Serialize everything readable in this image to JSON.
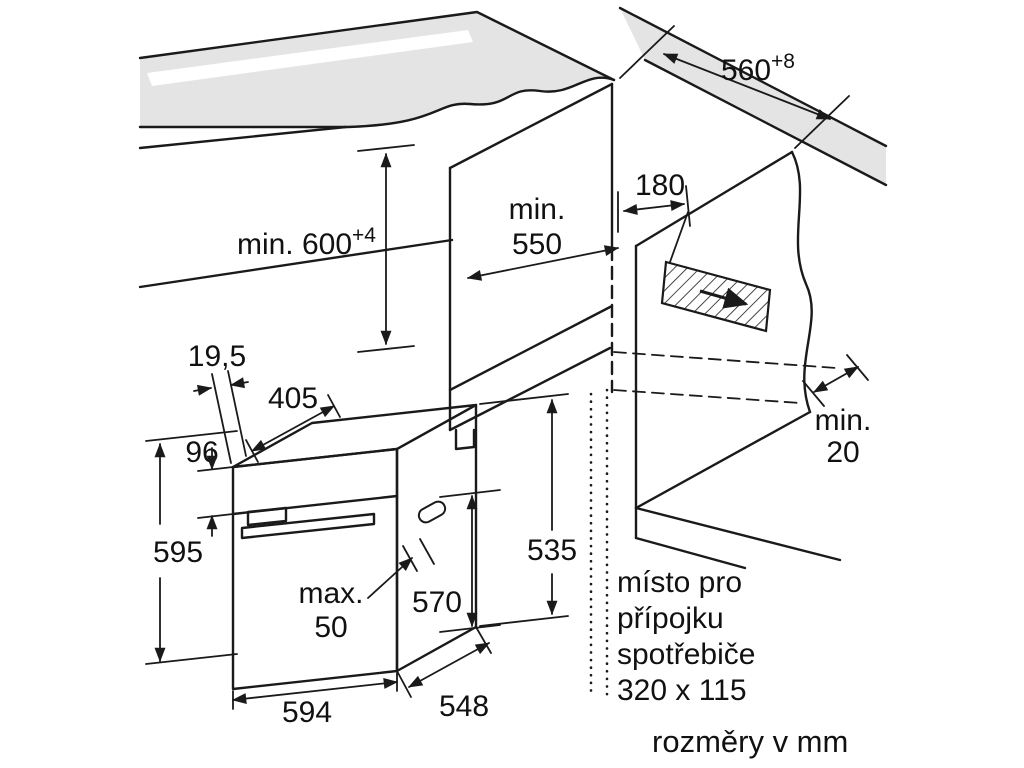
{
  "diagram": {
    "dimensions": {
      "top_depth": {
        "value": "560",
        "tolerance": "+8"
      },
      "niche_height": {
        "value": "min. 600",
        "tolerance": "+4"
      },
      "niche_depth": {
        "word": "min.",
        "value": "550"
      },
      "outlet_offset": {
        "value": "180"
      },
      "rear_gap": {
        "word": "min.",
        "value": "20"
      },
      "front_overhang": {
        "value": "19,5"
      },
      "upper_depth": {
        "value": "405"
      },
      "panel_height": {
        "value": "96"
      },
      "oven_height": {
        "value": "595"
      },
      "door_clearance": {
        "word": "max.",
        "value": "50"
      },
      "inner_height": {
        "value": "570"
      },
      "rear_height": {
        "value": "535"
      },
      "oven_width": {
        "value": "594"
      },
      "oven_depth": {
        "value": "548"
      }
    },
    "notes": {
      "connection_area": [
        "místo pro",
        "přípojku",
        "spotřebiče",
        "320 x 115"
      ],
      "units": "rozměry v mm"
    },
    "colors": {
      "line": "#1a1a1a",
      "surface": "#e4e4e4",
      "background": "#ffffff"
    }
  }
}
